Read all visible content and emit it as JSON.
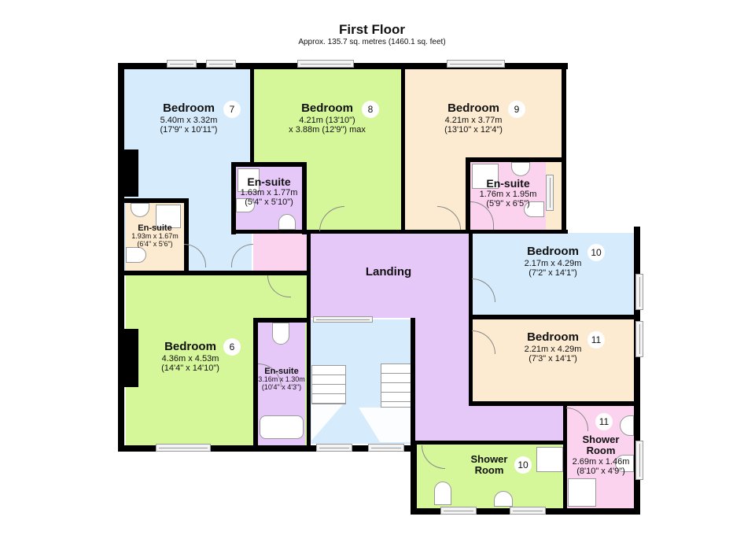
{
  "header": {
    "title": "First Floor",
    "subtitle": "Approx. 135.7 sq. metres (1460.1 sq. feet)"
  },
  "colors": {
    "blue": "#d6ebfb",
    "green": "#d5f79a",
    "peach": "#fdebd1",
    "lilac": "#e6c8f8",
    "pink": "#fbd3ee",
    "wall": "#000000"
  },
  "rooms": {
    "bedroom7": {
      "name": "Bedroom",
      "number": "7",
      "dim_m": "5.40m x 3.32m",
      "dim_ft": "(17'9\" x 10'11\")"
    },
    "bedroom8": {
      "name": "Bedroom",
      "number": "8",
      "dim_m": "4.21m (13'10\")",
      "dim_ft": "x 3.88m (12'9\") max"
    },
    "bedroom9": {
      "name": "Bedroom",
      "number": "9",
      "dim_m": "4.21m x 3.77m",
      "dim_ft": "(13'10\" x 12'4\")"
    },
    "bedroom10": {
      "name": "Bedroom",
      "number": "10",
      "dim_m": "2.17m x 4.29m",
      "dim_ft": "(7'2\" x 14'1\")"
    },
    "bedroom11": {
      "name": "Bedroom",
      "number": "11",
      "dim_m": "2.21m x 4.29m",
      "dim_ft": "(7'3\" x 14'1\")"
    },
    "bedroom6": {
      "name": "Bedroom",
      "number": "6",
      "dim_m": "4.36m x 4.53m",
      "dim_ft": "(14'4\" x 14'10\")"
    },
    "ensuite7": {
      "name": "En-suite",
      "dim_m": "1.93m x 1.67m",
      "dim_ft": "(6'4\" x 5'6\")"
    },
    "ensuite8": {
      "name": "En-suite",
      "dim_m": "1.63m x 1.77m",
      "dim_ft": "(5'4\" x 5'10\")"
    },
    "ensuite9": {
      "name": "En-suite",
      "dim_m": "1.76m x 1.95m",
      "dim_ft": "(5'9\" x 6'5\")"
    },
    "ensuite6": {
      "name": "En-suite",
      "dim_m": "3.16m x 1.30m",
      "dim_ft": "(10'4\" x 4'3\")"
    },
    "landing": {
      "name": "Landing"
    },
    "shower10": {
      "name_line1": "Shower",
      "name_line2": "Room",
      "number": "10"
    },
    "shower11": {
      "name_line1": "Shower",
      "name_line2": "Room",
      "number": "11",
      "dim_m": "2.69m x 1.46m",
      "dim_ft": "(8'10\" x 4'9\")"
    }
  }
}
